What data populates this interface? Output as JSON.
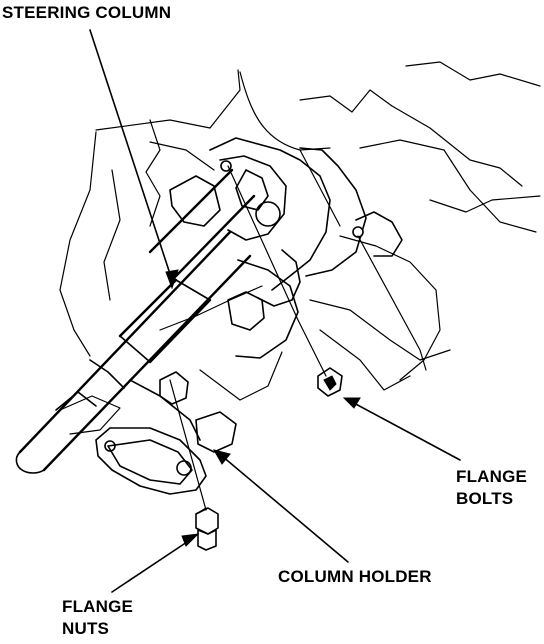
{
  "labels": {
    "steering_column": "STEERING COLUMN",
    "flange_bolts_line1": "FLANGE",
    "flange_bolts_line2": "BOLTS",
    "column_holder": "COLUMN HOLDER",
    "flange_nuts_line1": "FLANGE",
    "flange_nuts_line2": "NUTS"
  },
  "colors": {
    "ink": "#000000",
    "background": "#ffffff"
  }
}
